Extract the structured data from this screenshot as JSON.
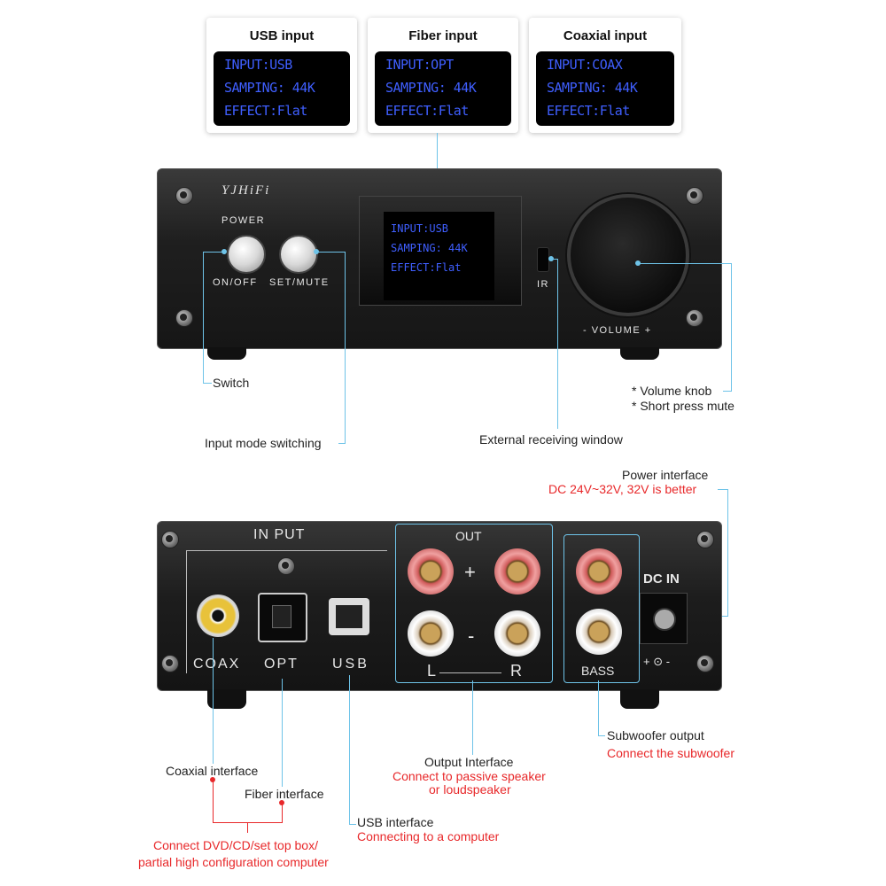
{
  "cards": [
    {
      "title": "USB input",
      "lines": [
        "INPUT:USB",
        "SAMPING: 44K",
        "EFFECT:Flat"
      ]
    },
    {
      "title": "Fiber input",
      "lines": [
        "INPUT:OPT",
        "SAMPING: 44K",
        "EFFECT:Flat"
      ]
    },
    {
      "title": "Coaxial input",
      "lines": [
        "INPUT:COAX",
        "SAMPING: 44K",
        "EFFECT:Flat"
      ]
    }
  ],
  "front_panel": {
    "brand": "YJHiFi",
    "power_label": "POWER",
    "onoff_label": "ON/OFF",
    "setmute_label": "SET/MUTE",
    "ir_label": "IR",
    "volume_label": "-  VOLUME  +",
    "screen_lines": [
      "INPUT:USB",
      "SAMPING: 44K",
      "EFFECT:Flat"
    ]
  },
  "front_callouts": {
    "switch": "Switch",
    "input_mode": "Input mode switching",
    "external_window": "External receiving window",
    "volume_knob": "* Volume knob",
    "short_press": "* Short press mute"
  },
  "back_panel": {
    "input_title": "IN PUT",
    "coax": "COAX",
    "opt": "OPT",
    "usb": "USB",
    "out_title": "OUT",
    "plus": "+",
    "minus": "-",
    "left": "L",
    "right": "R",
    "bass": "BASS",
    "dc_in": "DC IN",
    "polarity": "+ ⊙ -"
  },
  "back_callouts": {
    "power_interface": "Power interface",
    "power_note": "DC 24V~32V,  32V is better",
    "coaxial_interface": "Coaxial interface",
    "fiber_interface": "Fiber interface",
    "usb_interface": "USB interface",
    "usb_note": "Connecting to a computer",
    "output_interface": "Output Interface",
    "output_note_1": "Connect to passive speaker",
    "output_note_2": "or loudspeaker",
    "subwoofer_output": "Subwoofer output",
    "subwoofer_note": "Connect the subwoofer",
    "connect_note_1": "Connect DVD/CD/set top box/",
    "connect_note_2": "partial high configuration computer"
  },
  "colors": {
    "lcd_text": "#3f5fff",
    "callout_line": "#6ec3e8",
    "note_red": "#e8282a"
  }
}
